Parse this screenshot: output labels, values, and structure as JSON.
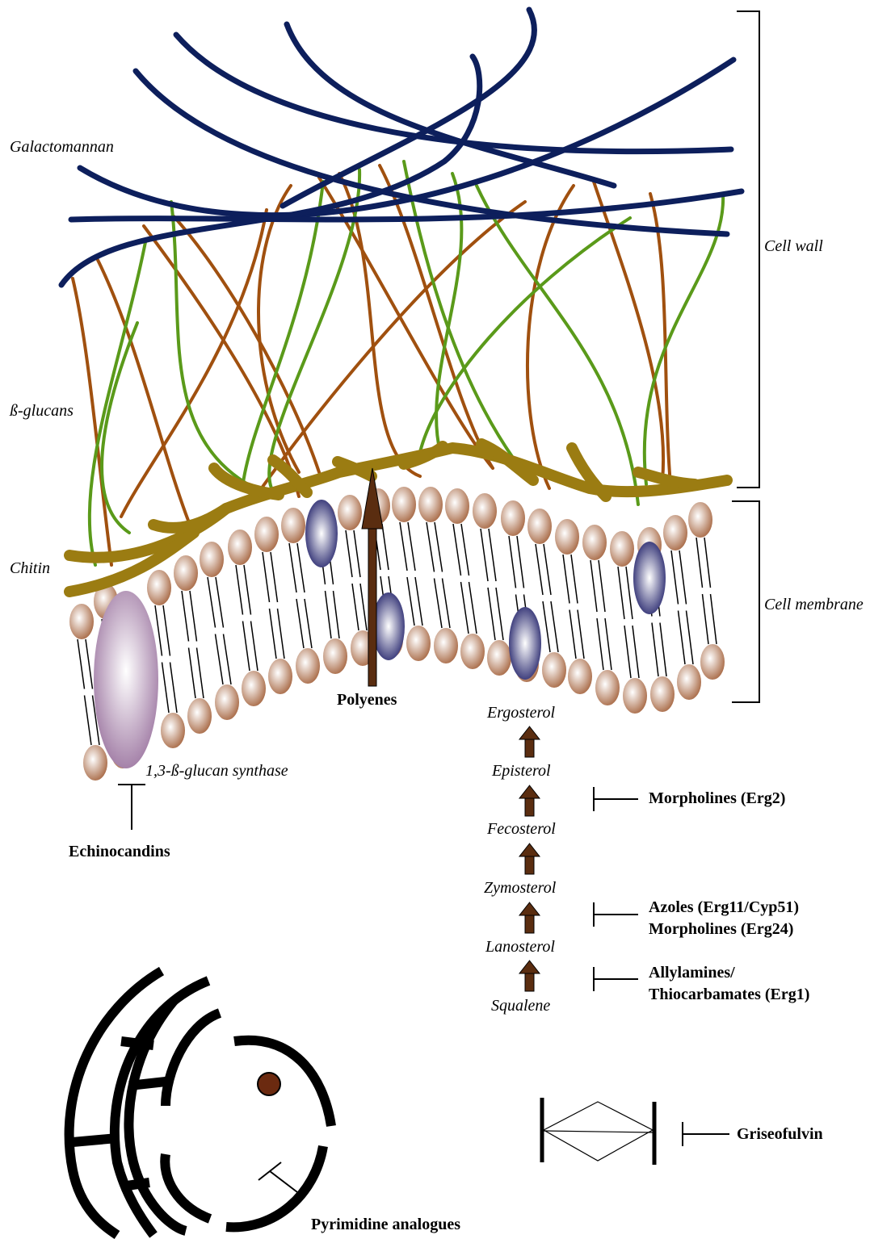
{
  "labels": {
    "galactomannan": "Galactomannan",
    "beta_glucans": "ß-glucans",
    "chitin": "Chitin",
    "cell_wall": "Cell wall",
    "cell_membrane": "Cell membrane",
    "glucan_synthase": "1,3-ß-glucan synthase",
    "echinocandins": "Echinocandins",
    "polyenes": "Polyenes",
    "griseofulvin": "Griseofulvin",
    "pyrimidine_analogues": "Pyrimidine analogues"
  },
  "pathway": {
    "steps": [
      "Ergosterol",
      "Episterol",
      "Fecosterol",
      "Zymosterol",
      "Lanosterol",
      "Squalene"
    ],
    "inhibitors": {
      "morpholines_erg2": "Morpholines (Erg2)",
      "azoles": "Azoles (Erg11/Cyp51)",
      "morpholines_erg24": "Morpholines (Erg24)",
      "allylamines": "Allylamines/",
      "thiocarbamates": "Thiocarbamates (Erg1)"
    }
  },
  "colors": {
    "galactomannan": "#0d1f5c",
    "glucan_brown": "#a0500f",
    "glucan_green": "#5a9a1a",
    "chitin": "#9b7c12",
    "lipid_head": "#c19474",
    "sterol": "#4a4a8a",
    "synthase": "#c4a6c8",
    "arrow": "#5a2d10"
  }
}
